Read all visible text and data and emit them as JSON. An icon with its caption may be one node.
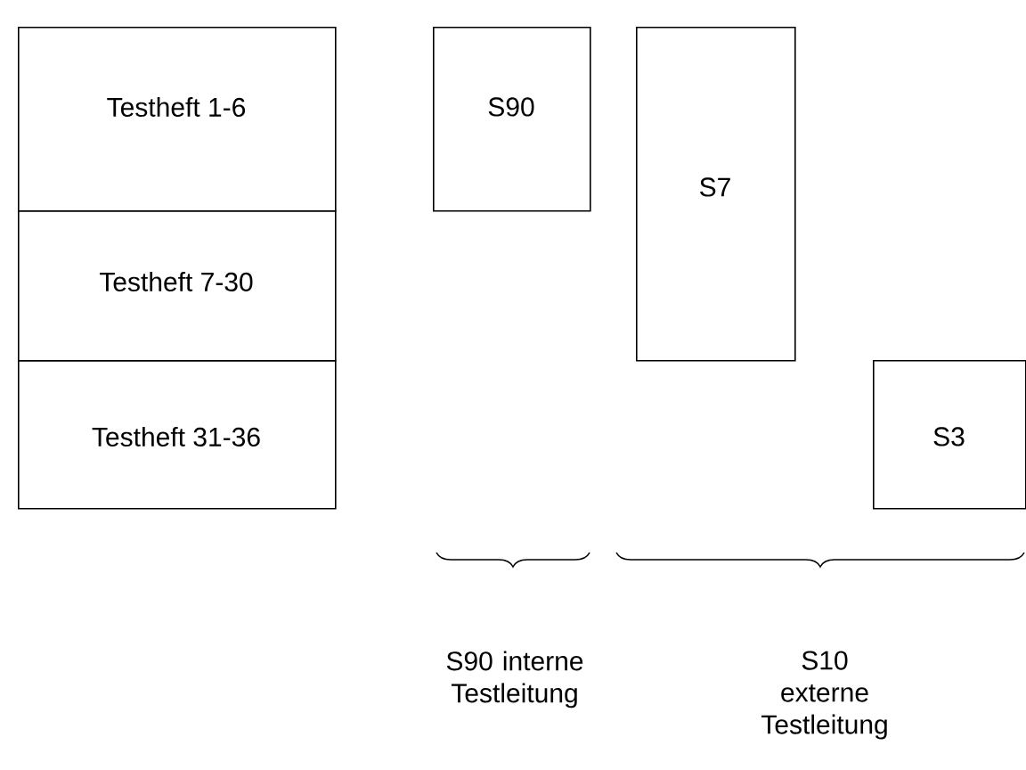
{
  "diagram": {
    "nodes": [
      {
        "text": [
          "Testheft 1-6"
        ]
      },
      {
        "text": [
          "Testheft 7-30"
        ]
      },
      {
        "text": [
          "Testheft 31-36"
        ]
      },
      {
        "text": [
          "S90"
        ]
      },
      {
        "text": [
          "S7"
        ]
      },
      {
        "text": [
          "S3"
        ]
      }
    ],
    "labels": [
      "S90 interne Testleitung",
      "S10 externe Testleitung"
    ]
  }
}
